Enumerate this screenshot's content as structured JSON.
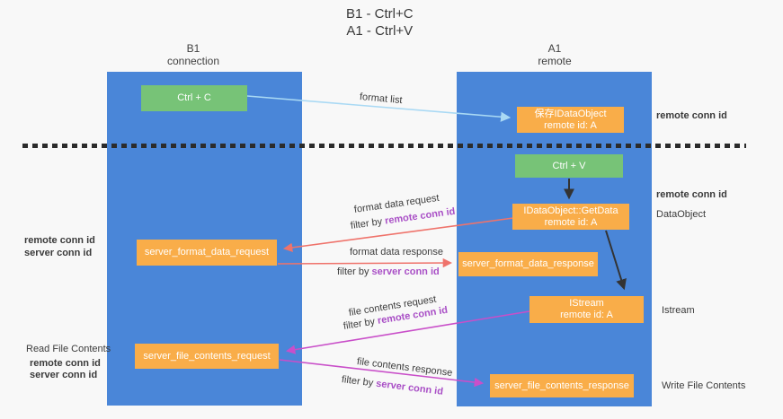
{
  "title": {
    "line1": "B1 - Ctrl+C",
    "line2": "A1 - Ctrl+V"
  },
  "columns": {
    "left": {
      "name": "B1",
      "role": "connection"
    },
    "right": {
      "name": "A1",
      "role": "remote"
    }
  },
  "nodes": {
    "ctrl_c": "Ctrl + C",
    "ctrl_v": "Ctrl + V",
    "save_idataobject": {
      "line1": "保存IDataObject",
      "line2": "remote id: A"
    },
    "getdata": {
      "line1": "IDataObject::GetData",
      "line2": "remote id: A"
    },
    "istream": {
      "line1": "IStream",
      "line2": "remote id: A"
    },
    "server_format_data_request": "server_format_data_request",
    "server_format_data_response": "server_format_data_response",
    "server_file_contents_request": "server_file_contents_request",
    "server_file_contents_response": "server_file_contents_response"
  },
  "edge_labels": {
    "format_list": "format list",
    "format_data_request": "format data request",
    "format_data_response": "format data response",
    "file_contents_request": "file contents request",
    "file_contents_response": "file contents response",
    "filter_prefix": "filter by",
    "remote_conn_id": "remote conn id",
    "server_conn_id": "server conn id"
  },
  "annotations": {
    "remote_conn_id": "remote conn id",
    "server_conn_id": "server conn id",
    "dataobject": "DataObject",
    "istream": "Istream",
    "read_file_contents": "Read File Contents",
    "write_file_contents": "Write File Contents"
  },
  "colors": {
    "lifeline_blue": "#4a86d8",
    "node_green": "#77c377",
    "node_orange": "#f9ad49",
    "arrow_light_blue": "#a9d9f4",
    "arrow_red": "#ef736b",
    "arrow_magenta": "#c94fc9",
    "arrow_black": "#333333",
    "text_purple": "#a94fc6",
    "text_green": "#52ae57",
    "background": "#f8f8f8"
  }
}
